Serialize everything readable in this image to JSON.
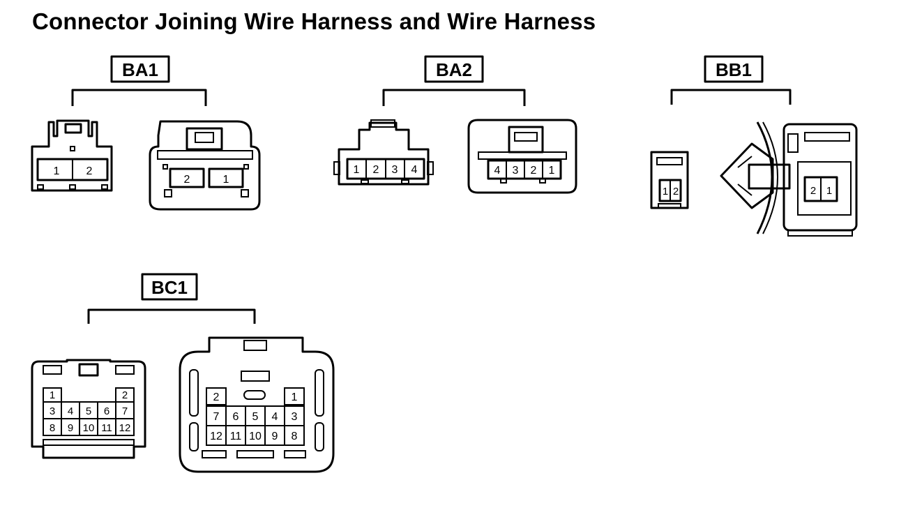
{
  "title": "Connector Joining Wire Harness and Wire Harness",
  "connectors": [
    {
      "id": "BA1",
      "left_pins": [
        "1",
        "2"
      ],
      "right_pins": [
        "2",
        "1"
      ]
    },
    {
      "id": "BA2",
      "left_pins": [
        "1",
        "2",
        "3",
        "4"
      ],
      "right_pins": [
        "4",
        "3",
        "2",
        "1"
      ]
    },
    {
      "id": "BB1",
      "left_pins": [
        "1",
        "2"
      ],
      "right_pins": [
        "2",
        "1"
      ]
    },
    {
      "id": "BC1",
      "left_rows": [
        [
          "1",
          "2"
        ],
        [
          "3",
          "4",
          "5",
          "6",
          "7"
        ],
        [
          "8",
          "9",
          "10",
          "11",
          "12"
        ]
      ],
      "right_rows": [
        [
          "2",
          "1"
        ],
        [
          "7",
          "6",
          "5",
          "4",
          "3"
        ],
        [
          "12",
          "11",
          "10",
          "9",
          "8"
        ]
      ]
    }
  ]
}
